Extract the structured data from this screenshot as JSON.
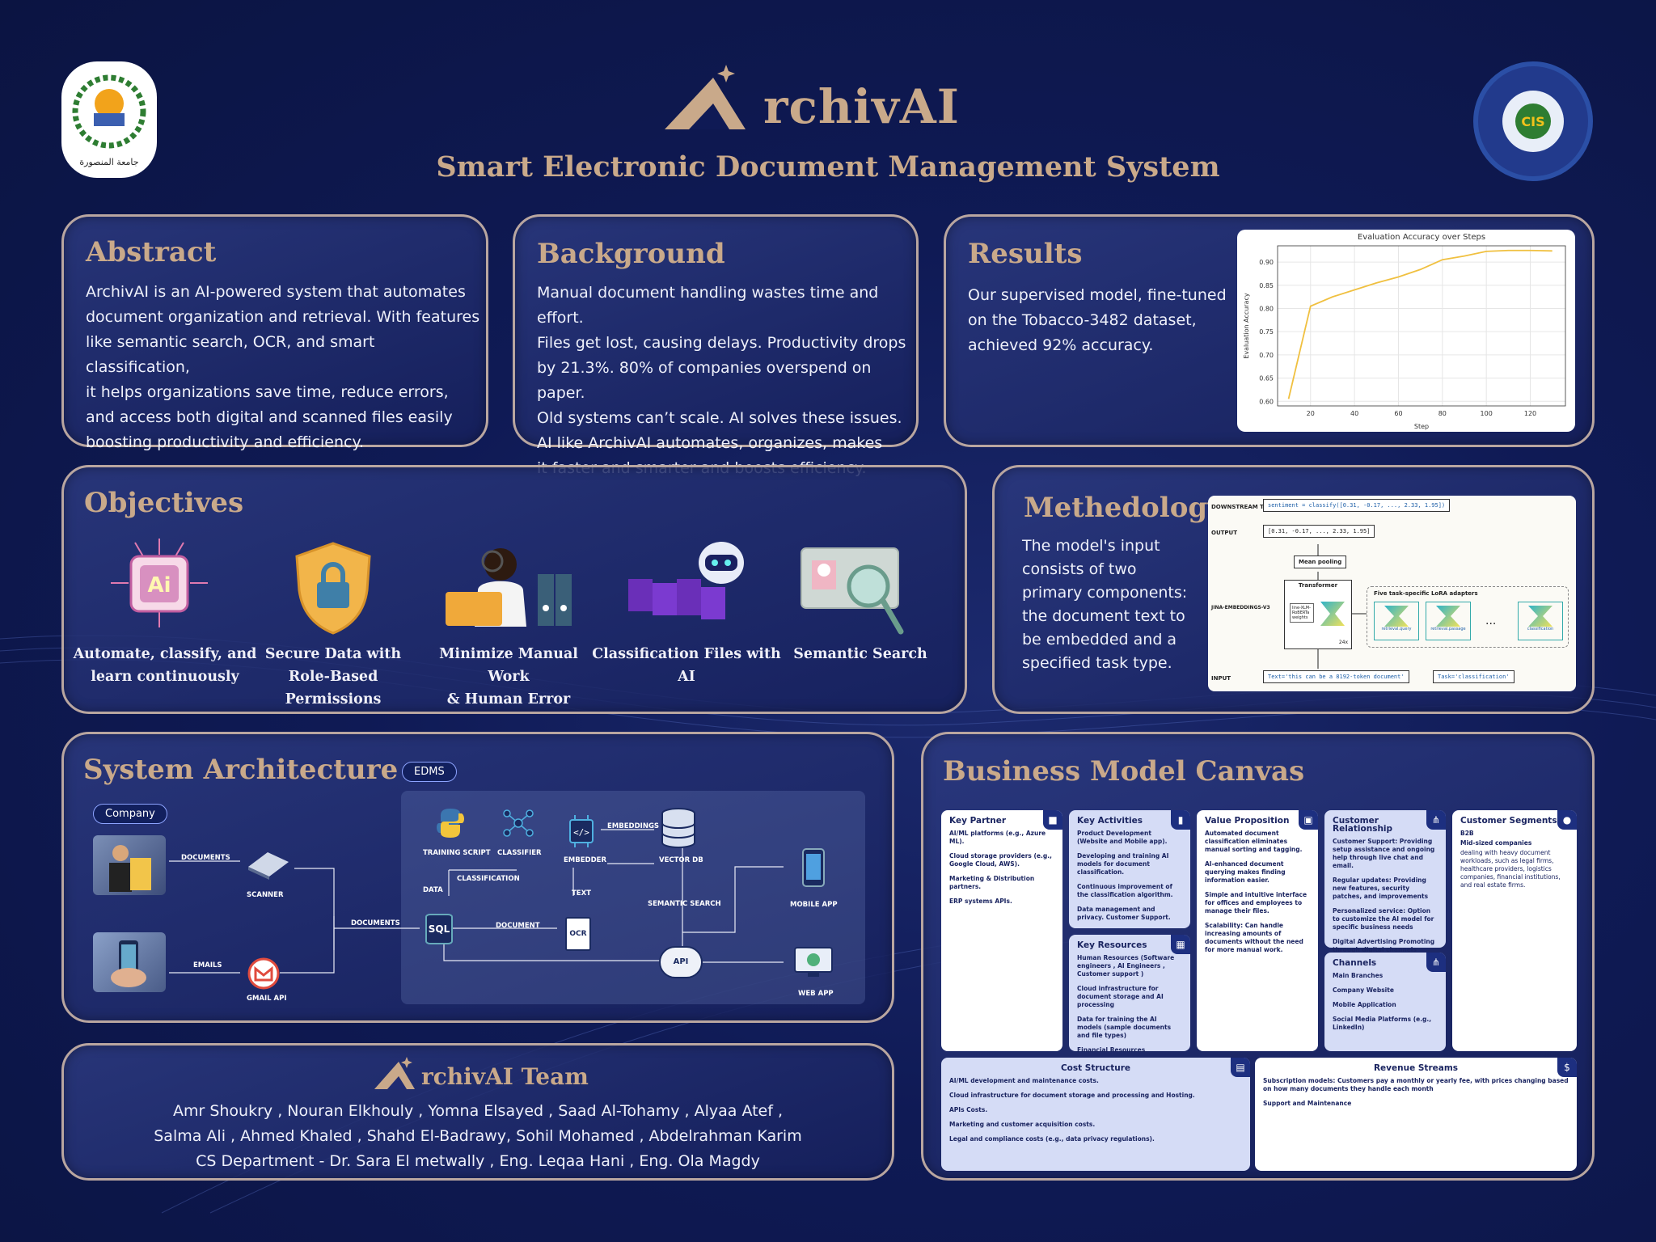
{
  "header": {
    "brand": "rchivAI",
    "subtitle": "Smart Electronic Document Management System"
  },
  "abstract": {
    "title": "Abstract",
    "lines": [
      "ArchivAI is an AI-powered system that automates",
      "document organization and retrieval. With features",
      "like semantic search, OCR, and smart classification,",
      "it helps organizations save time, reduce errors,",
      "and access both digital and scanned files easily",
      "boosting productivity and efficiency."
    ]
  },
  "background": {
    "title": "Background",
    "lines": [
      "Manual document handling wastes time and effort.",
      "Files get lost, causing delays. Productivity drops",
      "by 21.3%. 80% of companies overspend on paper.",
      "Old systems can’t scale. AI solves these issues.",
      "AI like ArchivAI automates, organizes, makes",
      "it faster and smarter and boosts efficiency."
    ]
  },
  "results": {
    "title": "Results",
    "lines": [
      "Our supervised model, fine-tuned",
      "on the Tobacco-3482 dataset,",
      "achieved 92% accuracy."
    ]
  },
  "chart_data": {
    "type": "line",
    "title": "Evaluation Accuracy over Steps",
    "xlabel": "Step",
    "ylabel": "Evaluation Accuracy",
    "xlim": [
      5,
      136
    ],
    "ylim": [
      0.59,
      0.935
    ],
    "xticks": [
      20,
      40,
      60,
      80,
      100,
      120
    ],
    "yticks": [
      0.6,
      0.65,
      0.7,
      0.75,
      0.8,
      0.85,
      0.9
    ],
    "grid": true,
    "color": "#f0c040",
    "series": [
      {
        "x": [
          10,
          20,
          30,
          40,
          50,
          60,
          70,
          80,
          90,
          100,
          110,
          120,
          130
        ],
        "values": [
          0.605,
          0.805,
          0.825,
          0.84,
          0.855,
          0.868,
          0.884,
          0.905,
          0.913,
          0.923,
          0.925,
          0.925,
          0.924
        ]
      }
    ]
  },
  "objectives": {
    "title": "Objectives",
    "items": [
      {
        "line1": "Automate, classify, and",
        "line2": "learn continuously"
      },
      {
        "line1": "Secure Data with",
        "line2": "Role-Based Permissions"
      },
      {
        "line1": "Minimize Manual Work",
        "line2": "& Human Error"
      },
      {
        "line1": "Classification Files with AI",
        "line2": ""
      },
      {
        "line1": "Semantic Search",
        "line2": ""
      }
    ]
  },
  "methodology": {
    "title": "Methedology",
    "lines": [
      "The model's input",
      "consists of two",
      "primary components:",
      "the document text to",
      "be embedded and a",
      "specified task type."
    ],
    "diagram": {
      "downstream_label": "DOWNSTREAM TASK",
      "downstream_code": "sentiment = classify([0.31, -0.17, ..., 2.33, 1.95])",
      "output_label": "OUTPUT",
      "output_code": "[0.31, -0.17, ..., 2.33, 1.95]",
      "mean_pooling": "Mean pooling",
      "transformer": "Transformer",
      "lora_title": "Five task-specific LoRA adapters",
      "frozen": "line-XLM-RoBERTa weights",
      "layers": "24x",
      "side_label": "JINA-EMBEDDINGS-V3",
      "adapter1": "retrieval.query",
      "adapter2": "retrieval.passage",
      "adapter3": "classification",
      "ellipsis": "...",
      "input_label": "INPUT",
      "input_text": "Text='this can be a 8192-token document'",
      "input_task": "Task='classification'"
    }
  },
  "architecture": {
    "title": "System Architecture",
    "company_chip": "Company",
    "edms_chip": "EDMS",
    "labels": {
      "documents1": "DOCUMENTS",
      "scanner": "SCANNER",
      "emails": "EMAILS",
      "gmail": "GMAIL API",
      "documents2": "DOCUMENTS",
      "data": "DATA",
      "classification": "CLASSIFICATION",
      "training": "TRAINING SCRIPT",
      "classifier": "CLASSIFIER",
      "embedder": "EMBEDDER",
      "embeddings": "EMBEDDINGS",
      "vectordb": "VECTOR DB",
      "text": "TEXT",
      "document": "DOCUMENT",
      "semantic": "SEMANTIC SEARCH",
      "mobile": "MOBILE APP",
      "web": "WEB APP",
      "sql": "SQL",
      "ocr": "OCR",
      "api": "API"
    }
  },
  "team": {
    "brand": "rchivAI Team",
    "lines": [
      "Amr Shoukry , Nouran Elkhouly , Yomna Elsayed , Saad Al-Tohamy , Alyaa Atef ,",
      "Salma Ali ,  Ahmed Khaled , Shahd El-Badrawy, Sohil Mohamed , Abdelrahman Karim",
      "CS Department - Dr. Sara El metwally , Eng. Leqaa Hani , Eng. Ola Magdy"
    ]
  },
  "bmc": {
    "title": "Business Model Canvas",
    "key_partner": {
      "title": "Key Partner",
      "items": [
        "AI/ML platforms (e.g., Azure ML).",
        "Cloud storage providers (e.g., Google Cloud, AWS).",
        "Marketing & Distribution partners.",
        "ERP systems APIs."
      ]
    },
    "key_activities": {
      "title": "Key Activities",
      "items": [
        "Product Development (Website and Mobile app).",
        "Developing and training AI models for document classification.",
        "Continuous improvement of the classification algorithm.",
        "Data management and privacy. Customer Support."
      ]
    },
    "key_resources": {
      "title": "Key Resources",
      "items": [
        "Human Resources (Software engineers , AI Engineers , Customer support )",
        "Cloud infrastructure for document storage and AI processing",
        "Data for training the AI models (sample documents and file types)",
        "Financial Resources"
      ]
    },
    "value_prop": {
      "title": "Value Proposition",
      "items": [
        "Automated document classification eliminates manual sorting and tagging.",
        "AI-enhanced document querying makes finding information easier.",
        "Simple and intuitive interface for offices and employees to manage their files.",
        "Scalability: Can handle increasing amounts of documents without the need for more manual work."
      ]
    },
    "customer_rel": {
      "title": "Customer Relationship",
      "items": [
        "Customer Support: Providing setup assistance and ongoing help through live chat and email.",
        "Regular updates: Providing new features, security patches, and improvements",
        "Personalized service: Option to customize the AI model for specific business needs",
        "Digital Advertising Promoting through digital channels (Social Media)"
      ]
    },
    "channels": {
      "title": "Channels",
      "items": [
        "Main Branches",
        "Company Website",
        "Mobile Application",
        "Social Media Platforms (e.g., LinkedIn)"
      ]
    },
    "segments": {
      "title": "Customer Segments",
      "items": [
        "B2B",
        "Mid-sized companies",
        "dealing with heavy document workloads, such as legal firms, healthcare providers, logistics companies, financial institutions, and real estate firms."
      ]
    },
    "cost": {
      "title": "Cost Structure",
      "items": [
        "AI/ML development and maintenance costs.",
        "Cloud infrastructure for document storage and processing and Hosting.",
        "APIs Costs.",
        "Marketing and customer acquisition costs.",
        "Legal and compliance costs (e.g., data privacy regulations)."
      ]
    },
    "revenue": {
      "title": "Revenue Streams",
      "items": [
        "Subscription models: Customers pay a monthly or yearly fee, with prices changing based on how many documents they handle each month",
        "Support and Maintenance"
      ]
    }
  }
}
